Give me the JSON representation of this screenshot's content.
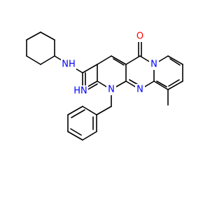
{
  "colors": {
    "background": "#ffffff",
    "bond": "#000000",
    "nitrogen": "#0000ff",
    "oxygen": "#ff0000"
  },
  "atom_labels": {
    "amide_nh": "NH",
    "ring_n1": "N",
    "ring_n_bottom": "N",
    "ring_n_bridge": "N",
    "imine_nh": "HN",
    "carbonyl_o_amide": "O",
    "carbonyl_o_ring": "O"
  }
}
